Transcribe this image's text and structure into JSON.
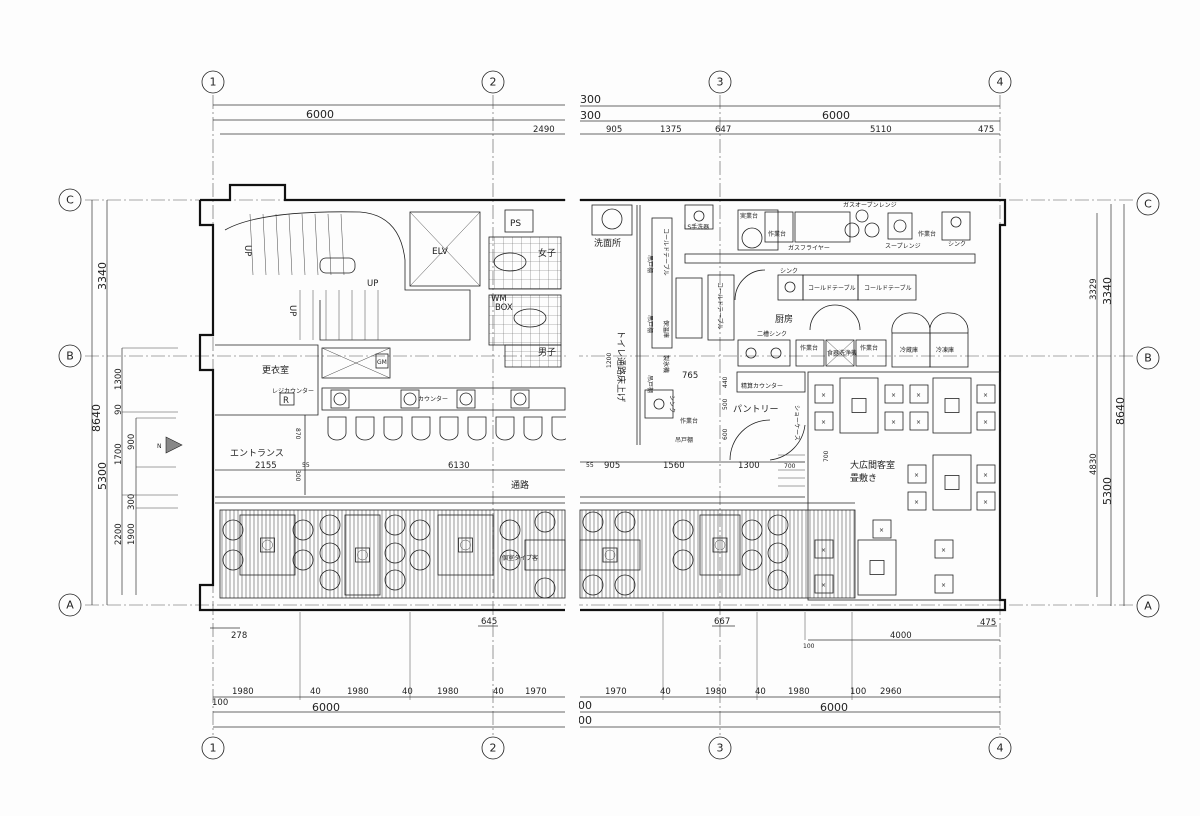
{
  "grid": {
    "cols": [
      "1",
      "2",
      "3",
      "4"
    ],
    "rows": [
      "A",
      "B",
      "C"
    ]
  },
  "dimensions": {
    "top": {
      "overall_left": "6000",
      "overall_right": "6000",
      "offset_a": "300",
      "offset_b": "300",
      "seg": [
        "2490",
        "905",
        "1375",
        "647",
        "5110",
        "475"
      ]
    },
    "bottom": {
      "seg": [
        "100",
        "1980",
        "40",
        "1980",
        "40",
        "1980",
        "40",
        "1970",
        "1970",
        "40",
        "1980",
        "40",
        "1980",
        "100",
        "2960"
      ],
      "overall_left": "6000",
      "overall_right": "6000",
      "offset_a": "00",
      "offset_b": "00",
      "extra": [
        "278",
        "645",
        "667",
        "475",
        "4000",
        "100"
      ]
    },
    "left": {
      "total": "8640",
      "upper": "3340",
      "lower": "5300",
      "sub": [
        "1300",
        "90",
        "1700",
        "900",
        "300",
        "2200",
        "1900"
      ]
    },
    "right": {
      "total": "8640",
      "upper": "3340",
      "upper_inner": "3329",
      "lower": "5300",
      "lower_inner": "4830"
    },
    "interior": [
      "870",
      "2155",
      "6130",
      "300",
      "1200",
      "765",
      "440",
      "500",
      "600",
      "600",
      "905",
      "1560",
      "1300",
      "700",
      "700",
      "55",
      "55"
    ]
  },
  "north_arrow": "N",
  "rooms": {
    "elevator": "ELV",
    "up1": "UP",
    "up2": "UP",
    "up3": "UP",
    "ps": "PS",
    "womens_wc": "女子",
    "mens_wc": "男子",
    "wm_box": [
      "WM",
      "BOX"
    ],
    "locker": "更衣室",
    "register_counter": "レジカウンター",
    "register": "R",
    "gm": "GM",
    "counter": "カウンター",
    "entrance": "エントランス",
    "corridor": "通路",
    "washroom": "洗面所",
    "toilet_corridor": "トイレ通路床上げ",
    "pantry": "パントリー",
    "checkout_counter": "精算カウンター",
    "showcase": "ショーケース",
    "hall": [
      "大広間客室",
      "畳敷き"
    ],
    "private_rooms": "個室タイプ客",
    "kitchen": "厨房"
  },
  "equipment": {
    "gas_oven": "ガスオーブンレンジ",
    "gas_fryer": "ガスフライヤー",
    "soup_range": "スープレンジ",
    "sink": "シンク",
    "sink2": "シンク",
    "sink3": "シンク",
    "double_sink": "二槽シンク",
    "cold_table_1": "コールドテーブル",
    "cold_table_2": "コールドテーブル",
    "cold_table_v": "コールドテーブル",
    "cold_table_v2": "コールドテーブル",
    "worktable": [
      "作業台",
      "作業台",
      "作業台",
      "作業台",
      "作業台"
    ],
    "dish_stand": "実業台",
    "dishwasher": "食器洗浄機",
    "refrigerator": "冷蔵庫",
    "freezer": "冷凍庫",
    "hand_wash": "LS手洗器",
    "cupboard": [
      "吊戸棚",
      "吊戸棚",
      "吊戸棚",
      "吊戸棚"
    ],
    "ice_maker": "製氷機",
    "warmer": "保温庫"
  }
}
